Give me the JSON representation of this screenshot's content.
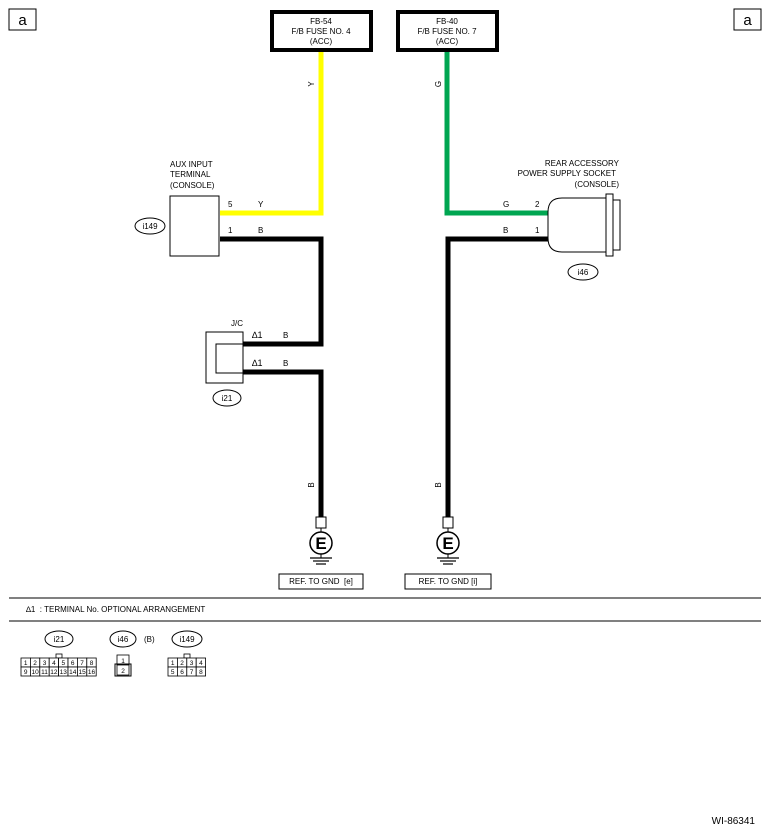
{
  "page_marker": "a",
  "fuses": {
    "left": {
      "id": "FB-54",
      "name": "F/B FUSE NO. 4",
      "mode": "(ACC)"
    },
    "right": {
      "id": "FB-40",
      "name": "F/B FUSE NO. 7",
      "mode": "(ACC)"
    }
  },
  "wire_colors": {
    "yellow": "#ffff00",
    "green": "#00a651",
    "black": "#000000"
  },
  "aux_terminal": {
    "line1": "AUX INPUT",
    "line2": "TERMINAL",
    "line3": "(CONSOLE)",
    "connector": "i149",
    "pin_top": "5",
    "wire_top": "Y",
    "pin_bottom": "1",
    "wire_bottom": "B"
  },
  "rear_socket": {
    "line1": "REAR ACCESSORY",
    "line2": "POWER SUPPLY SOCKET",
    "line3": "(CONSOLE)",
    "connector": "i46",
    "pin_top": "2",
    "wire_top": "G",
    "pin_bottom": "1",
    "wire_bottom": "B"
  },
  "wire_labels": {
    "left_vertical_y": "Y",
    "right_vertical_g": "G",
    "left_down_b": "B",
    "right_down_b": "B"
  },
  "jc": {
    "label": "J/C",
    "connector": "i21",
    "pin1": "∆1",
    "wire1": "B",
    "pin2": "∆1",
    "wire2": "B"
  },
  "ground": {
    "symbol": "E",
    "left_ref": "REF. TO GND  [e]",
    "right_ref": "REF. TO GND [i]"
  },
  "note": "∆1  : TERMINAL No. OPTIONAL ARRANGEMENT",
  "connector_legend": {
    "i21": {
      "label": "i21",
      "row1": [
        "1",
        "2",
        "3",
        "4",
        "5",
        "6",
        "7",
        "8"
      ],
      "row2": [
        "9",
        "10",
        "11",
        "12",
        "13",
        "14",
        "15",
        "16"
      ]
    },
    "i46": {
      "label": "i46",
      "suffix": "(B)",
      "pins": [
        "1",
        "2"
      ]
    },
    "i149": {
      "label": "i149",
      "row1": [
        "1",
        "2",
        "3",
        "4"
      ],
      "row2": [
        "5",
        "6",
        "7",
        "8"
      ]
    }
  },
  "diagram_id": "WI-86341"
}
